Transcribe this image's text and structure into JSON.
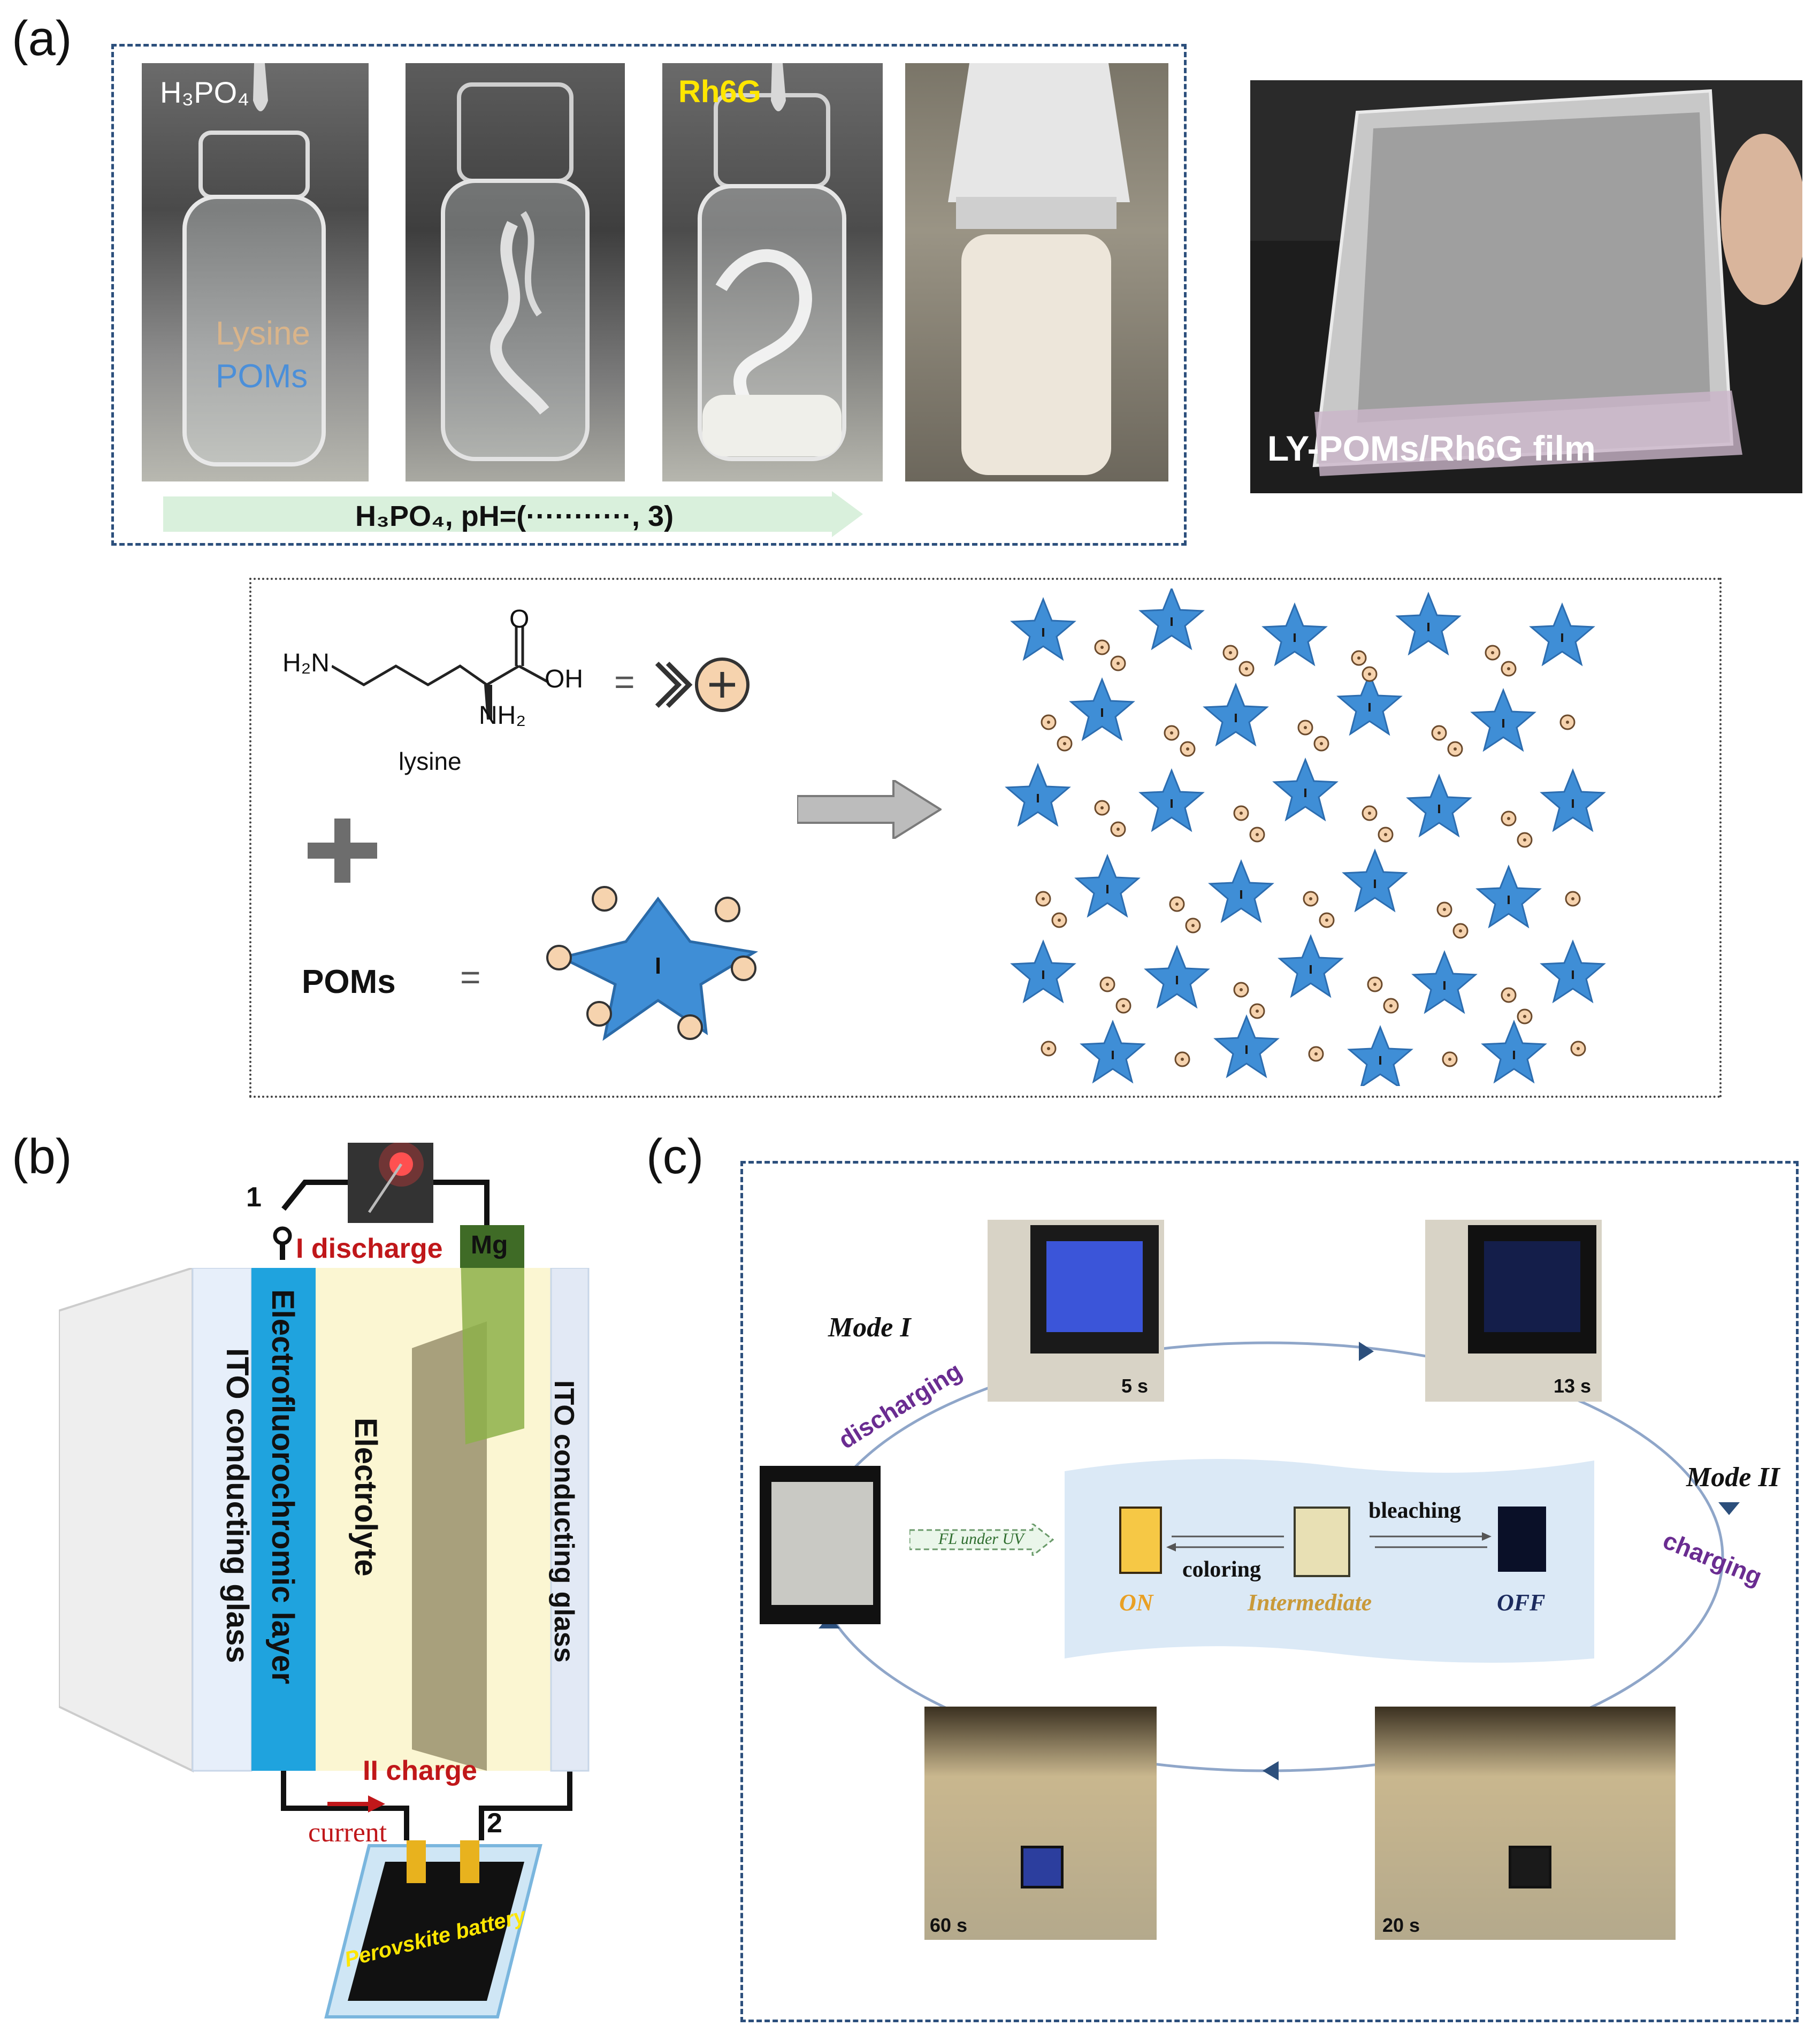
{
  "panels": {
    "a": "(a)",
    "b": "(b)",
    "c": "(c)"
  },
  "panel_a": {
    "vial1_top": "H₃PO₄",
    "vial1_mid1": "Lysine",
    "vial1_mid2": "POMs",
    "vial3_top": "Rh6G",
    "arrow_label": "H₃PO₄,     pH=(···········, 3)",
    "film_label": "LY-POMs/Rh6G film",
    "lysine_h2n": "H₂N",
    "lysine_oh": "OH",
    "lysine_o": "O",
    "lysine_nh2": "NH₂",
    "lysine_name": "lysine",
    "equals1": "=",
    "plus_symbol": "+",
    "poms_label": "POMs",
    "equals2": "=",
    "pom_minus": "−"
  },
  "panel_b": {
    "switch1": "1",
    "discharge": "I discharge",
    "mg": "Mg",
    "ito_left": "ITO conducting glass",
    "efc_layer": "Electrofluorochromic layer",
    "electrolyte": "Electrolyte",
    "ito_right": "ITO conducting glass",
    "charge": "II charge",
    "current": "current",
    "switch2": "2",
    "battery": "Perovskite battery"
  },
  "panel_c": {
    "mode1": "Mode I",
    "mode2": "Mode II",
    "discharging": "discharging",
    "charging": "charging",
    "t5": "5 s",
    "t13": "13 s",
    "t60": "60 s",
    "t20": "20 s",
    "fl_uv": "FL under UV",
    "bleaching": "bleaching",
    "coloring": "coloring",
    "on": "ON",
    "intermediate": "Intermediate",
    "off": "OFF"
  },
  "colors": {
    "dashed_border": "#2c4f7c",
    "pom_blue": "#3f8ed6",
    "lysine_peach": "#f6d3ae",
    "efc_blue": "#1fa3de",
    "electrolyte_yellow": "#fbf6d2",
    "mg_green": "#8db04a",
    "red_text": "#c0171a",
    "purple_text": "#6a2c91",
    "orange_text": "#e9a024",
    "navy_text": "#1c2b5e"
  }
}
